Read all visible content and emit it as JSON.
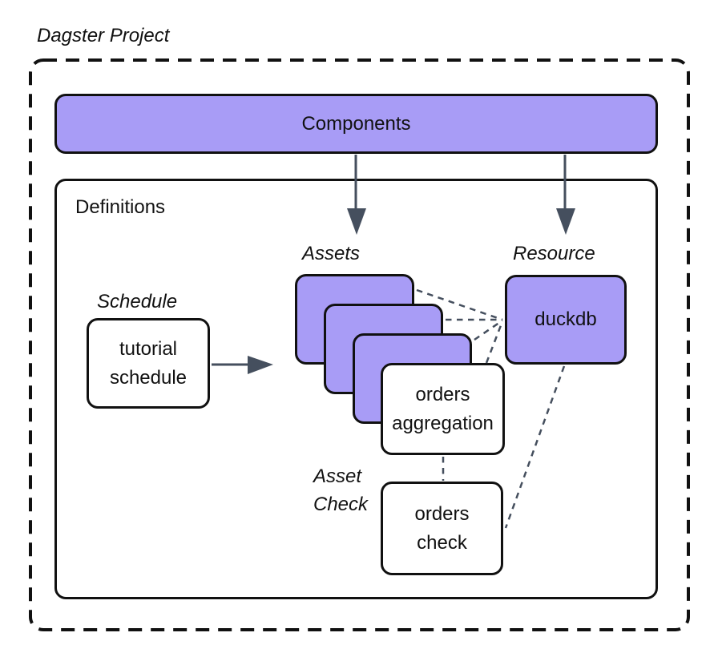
{
  "title": "Dagster Project",
  "colors": {
    "purple": "#a89cf6",
    "ink": "#111111",
    "arrow": "#454f5e",
    "bg": "#ffffff"
  },
  "components": {
    "label": "Components"
  },
  "definitions": {
    "label": "Definitions"
  },
  "schedule": {
    "label": "Schedule",
    "box": {
      "line1": "tutorial",
      "line2": "schedule"
    }
  },
  "assets": {
    "label": "Assets",
    "front_box": {
      "line1": "orders",
      "line2": "aggregation"
    }
  },
  "resource": {
    "label": "Resource",
    "box": {
      "label": "duckdb"
    }
  },
  "asset_check": {
    "label_line1": "Asset",
    "label_line2": "Check",
    "box": {
      "line1": "orders",
      "line2": "check"
    }
  }
}
